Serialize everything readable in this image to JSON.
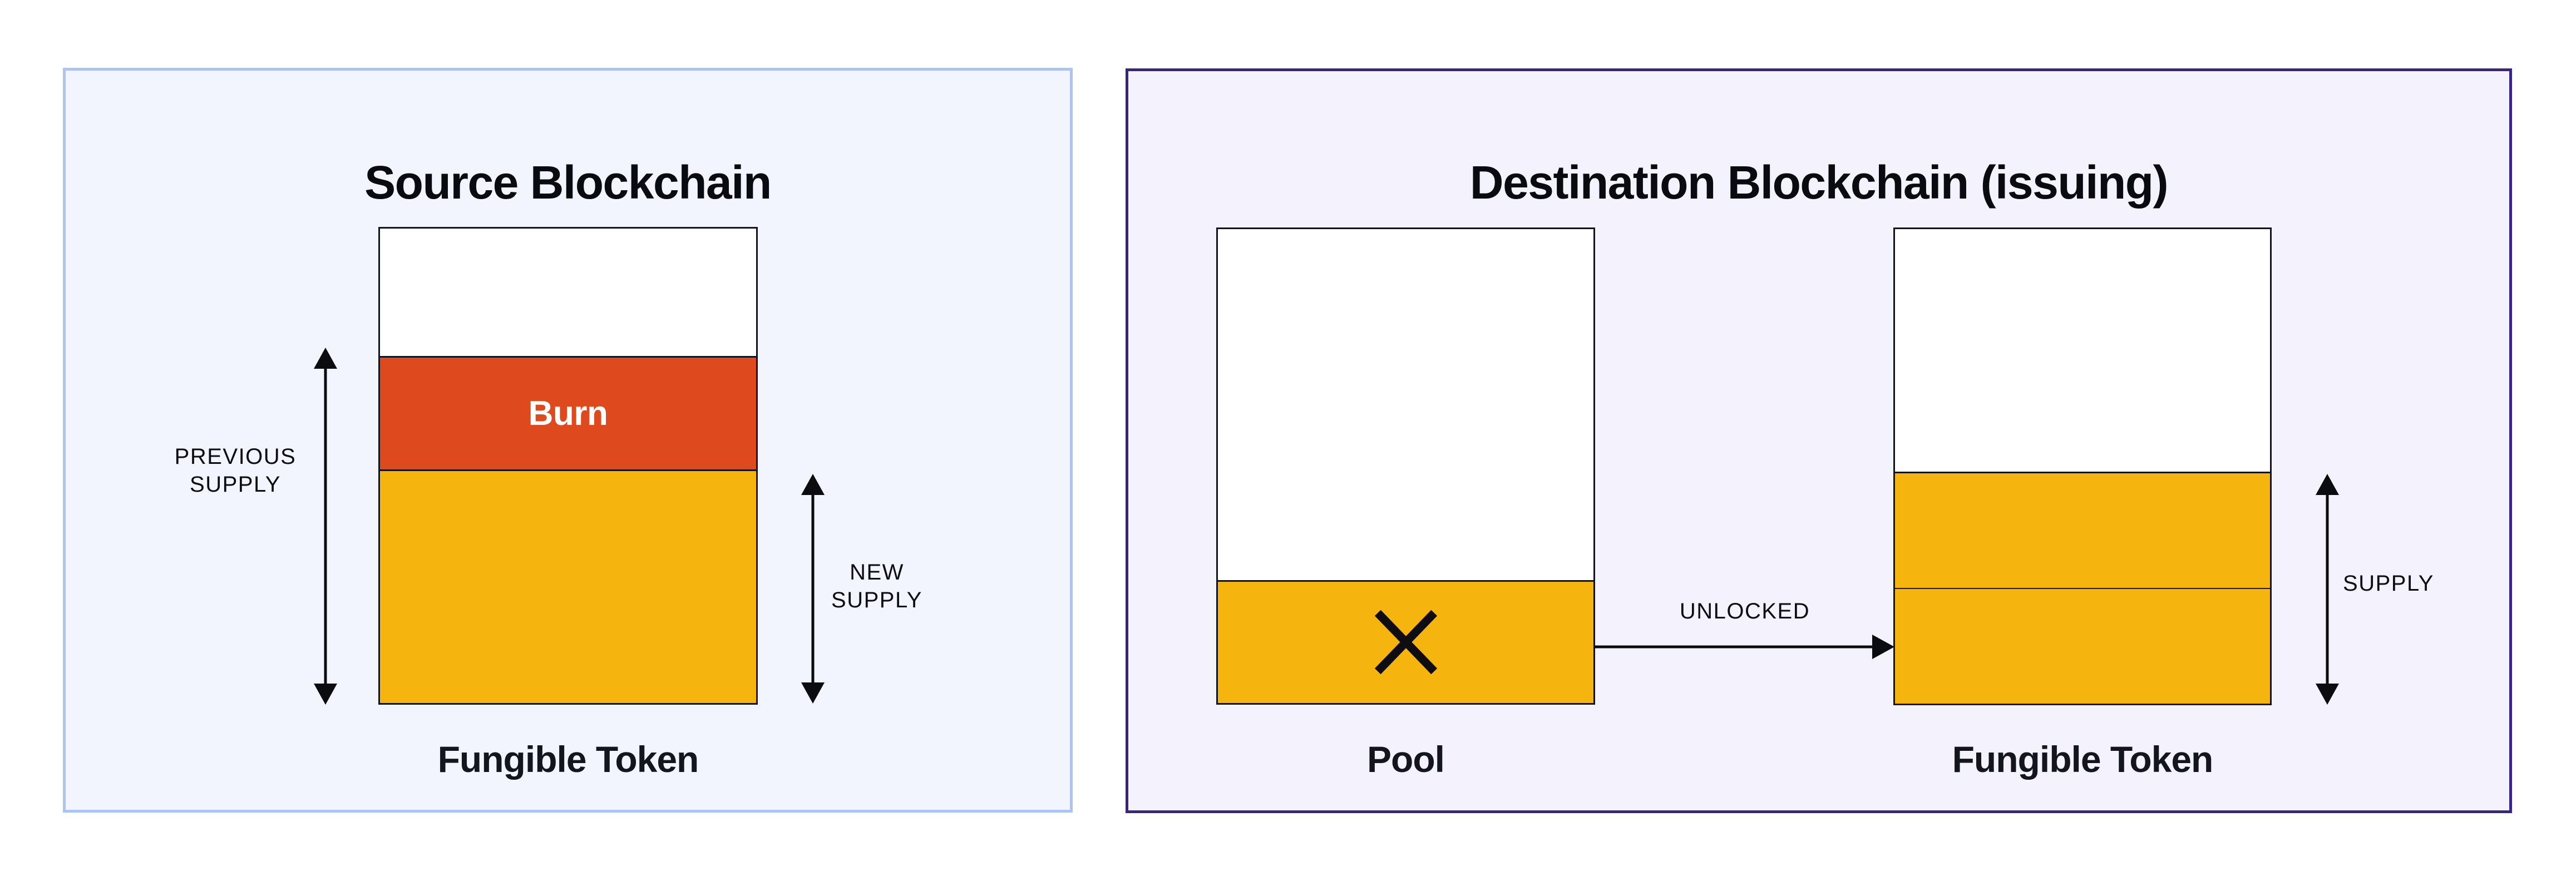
{
  "diagram": {
    "source_panel": {
      "title": "Source Blockchain",
      "token_caption": "Fungible Token",
      "burn_label": "Burn",
      "previous_supply": {
        "line1": "PREVIOUS",
        "line2": "SUPPLY"
      },
      "new_supply": {
        "line1": "NEW",
        "line2": "SUPPLY"
      }
    },
    "destination_panel": {
      "title": "Destination Blockchain (issuing)",
      "pool_caption": "Pool",
      "token_caption": "Fungible Token",
      "unlocked_label": "UNLOCKED",
      "supply_label": "SUPPLY",
      "pool_icon": "x-mark"
    },
    "colors": {
      "source_panel_bg": "#F2F5FD",
      "source_panel_border": "#ABC4F2",
      "destination_panel_bg": "#F4F2FC",
      "destination_panel_border": "#392383",
      "burn_red": "#DE4A1E",
      "token_yellow": "#F5B40E",
      "bar_outline": "#12151E",
      "arrow_black": "#0B0C10"
    }
  }
}
